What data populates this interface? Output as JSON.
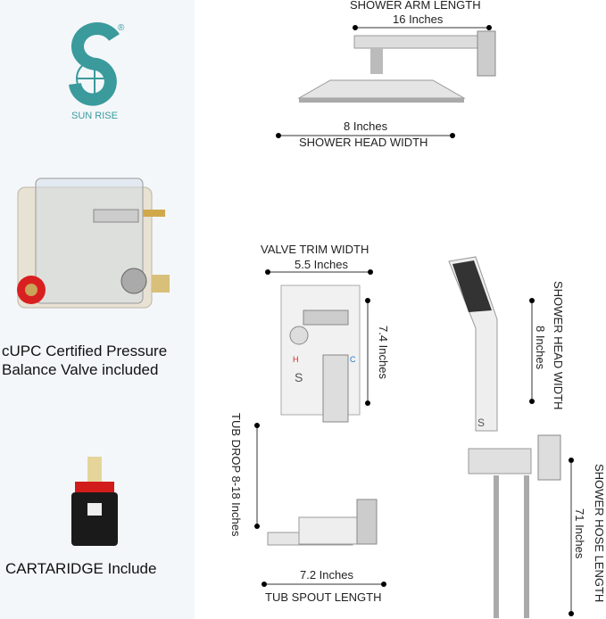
{
  "brand": {
    "name": "SUN RISE",
    "mark": "®",
    "color": "#3a9a9c"
  },
  "left": {
    "valve_caption_line1": "cUPC Certified Pressure",
    "valve_caption_line2": "Balance Valve included",
    "cartridge_caption": "CARTARIDGE Include"
  },
  "dimensions": {
    "arm": {
      "title": "SHOWER ARM LENGTH",
      "value": "16 Inches"
    },
    "head": {
      "value": "8 Inches",
      "title": "SHOWER HEAD WIDTH"
    },
    "trim": {
      "title": "VALVE TRIM WIDTH",
      "value": "5.5 Inches",
      "height": "7.4 Inches"
    },
    "tub_drop": {
      "title": "TUB DROP 8-18 Inches"
    },
    "spout": {
      "value": "7.2 Inches",
      "title": "TUB SPOUT LENGTH"
    },
    "hand_head": {
      "title": "SHOWER HEAD WIDTH",
      "value": "8 Inches"
    },
    "hose": {
      "title": "SHOWER HOSE LENGTH",
      "value": "71 Inches"
    }
  }
}
